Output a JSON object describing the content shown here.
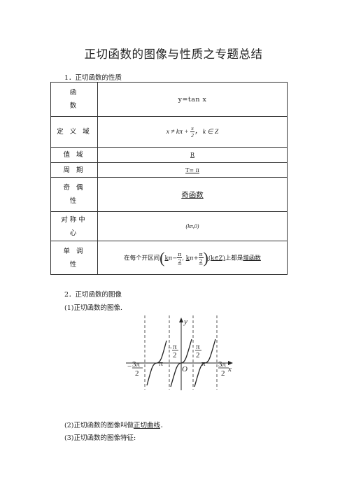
{
  "title": "正切函数的图像与性质之专题总结",
  "section1": "1．正切函数的性质",
  "table": {
    "rows": [
      {
        "label_line1": "函",
        "label_line2": "数",
        "value": "y=tan x"
      },
      {
        "label": "定 义 域",
        "value": "x ≠ kπ + π/2，k ∈ Z"
      },
      {
        "label": "值 域",
        "value": "R"
      },
      {
        "label": "周 期",
        "value": "T= π"
      },
      {
        "label_line1": "奇 偶",
        "label_line2": "性",
        "value": "奇函数"
      },
      {
        "label_line1": "对称中",
        "label_line2": "心",
        "value": "(kπ,0)"
      },
      {
        "label_line1": "单 调",
        "label_line2": "性",
        "value_prefix": "在每个开区间",
        "value_suffix": "上都是",
        "value_emph": "增函数",
        "interval_k": "k",
        "interval_pi": "π",
        "interval_sign_minus": "−",
        "interval_sign_plus": "+",
        "interval_k_in_z": "(k∈Z)",
        "interval_num": "π",
        "interval_den": "2"
      }
    ]
  },
  "section2": "2．正切函数的图像",
  "sub1": "(1)正切函数的图像.",
  "graph": {
    "y_label": "y",
    "x_label": "x",
    "origin": "O",
    "ticks": {
      "neg_three_half_pi_num": "3π",
      "neg_three_half_pi_den": "2",
      "neg_pi": "−π",
      "neg_half_pi_num": "π",
      "neg_half_pi_den": "2",
      "half_pi_num": "π",
      "half_pi_den": "2",
      "pi": "π",
      "three_half_pi_num": "3π",
      "three_half_pi_den": "2",
      "minus": "−"
    }
  },
  "sub2_prefix": "(2)正切函数的图像叫做",
  "sub2_emph": "正切曲线",
  "sub2_suffix": "．",
  "sub3": "(3)正切函数的图像特征:"
}
